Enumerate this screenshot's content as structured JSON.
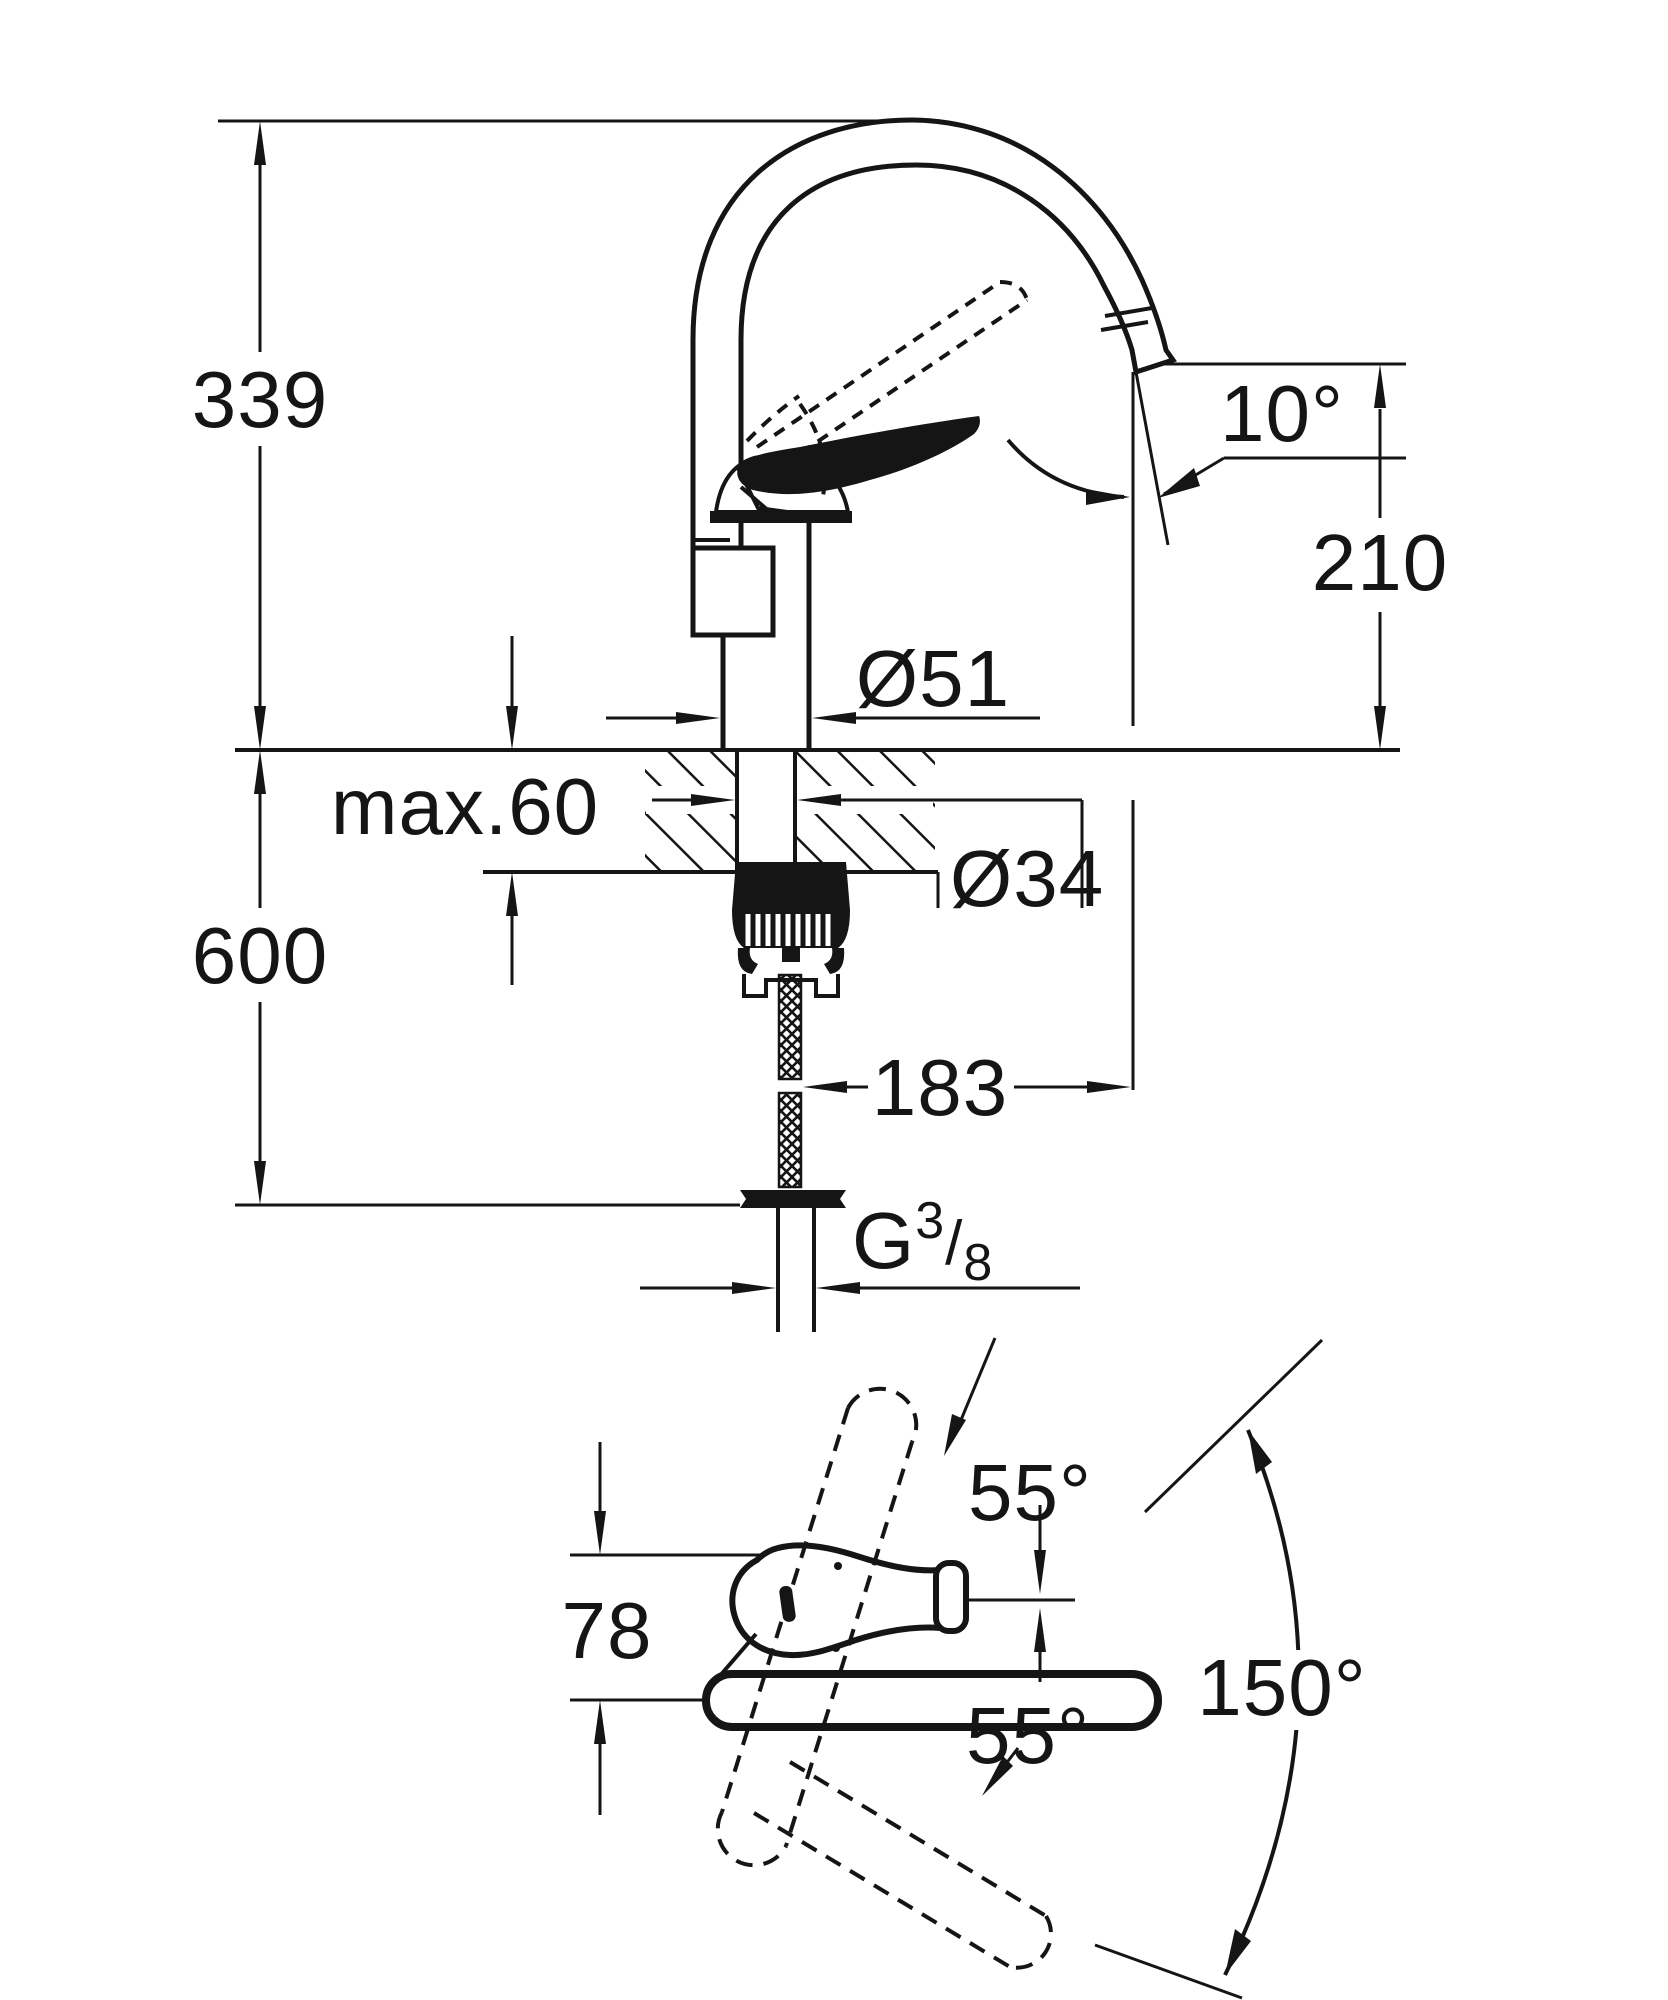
{
  "drawing": {
    "background": "#ffffff",
    "ink": "#151515"
  },
  "side_view": {
    "labels": {
      "total_height": "339",
      "spout_height": "210",
      "spout_angle": "10°",
      "base_diameter": "Ø51",
      "max_counter_thickness": "max.60",
      "hole_diameter": "Ø34",
      "hose_clearance": "600",
      "spout_reach": "183",
      "thread": {
        "prefix": "G",
        "numerator": "3",
        "slash": "/",
        "denominator": "8"
      }
    }
  },
  "top_view": {
    "labels": {
      "handle_depth": "78",
      "handle_swing_upper": "55°",
      "handle_swing_lower": "55°",
      "spout_swivel": "150°"
    }
  }
}
